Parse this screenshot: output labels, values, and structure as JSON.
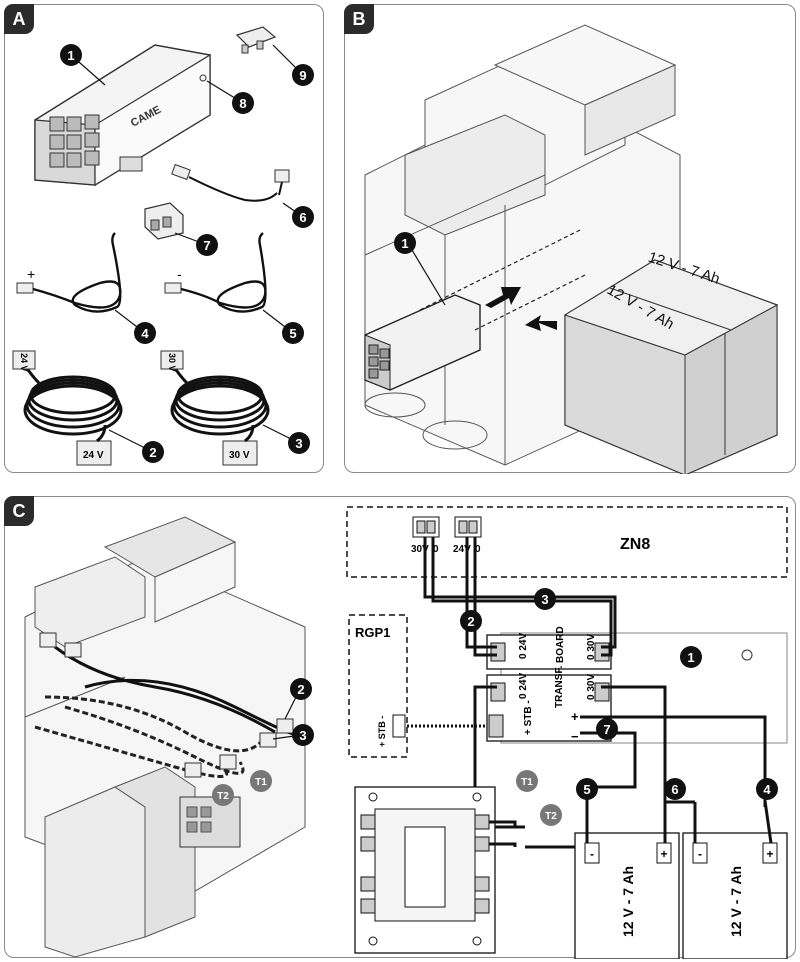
{
  "panels": {
    "a": {
      "tag": "A"
    },
    "b": {
      "tag": "B"
    },
    "c": {
      "tag": "C"
    }
  },
  "callouts": {
    "n1": "1",
    "n2": "2",
    "n3": "3",
    "n4": "4",
    "n5": "5",
    "n6": "6",
    "n7": "7",
    "n8": "8",
    "n9": "9",
    "t1": "T1",
    "t2": "T2"
  },
  "panel_a": {
    "brand": "CAME",
    "plus": "+",
    "minus": "-",
    "conn_24v": "24 V",
    "conn_24v_short": "24 V",
    "conn_30v": "30 V",
    "conn_30v_short": "30 V"
  },
  "panel_b": {
    "battery_label": "12 V - 7 Ah"
  },
  "panel_c": {
    "zn8_label": "ZN8",
    "zn8_30v": "30V",
    "zn8_0a": "0",
    "zn8_24v": "24V",
    "zn8_0b": "0",
    "rgp1_label": "RGP1",
    "rgp1_stb": "+ STB -",
    "board_zero_24v": "0  24V",
    "board_label": "BOARD",
    "board_zero_30v": "0  30V",
    "transf_zero_24v": "0  24V",
    "transf_label": "TRANSF.",
    "transf_zero_30v": "0  30V",
    "stb_label": "+ STB -",
    "pm_plus": "+",
    "pm_minus": "−",
    "battery_label": "12 V - 7 Ah",
    "bat_minus": "-",
    "bat_plus": "+"
  }
}
